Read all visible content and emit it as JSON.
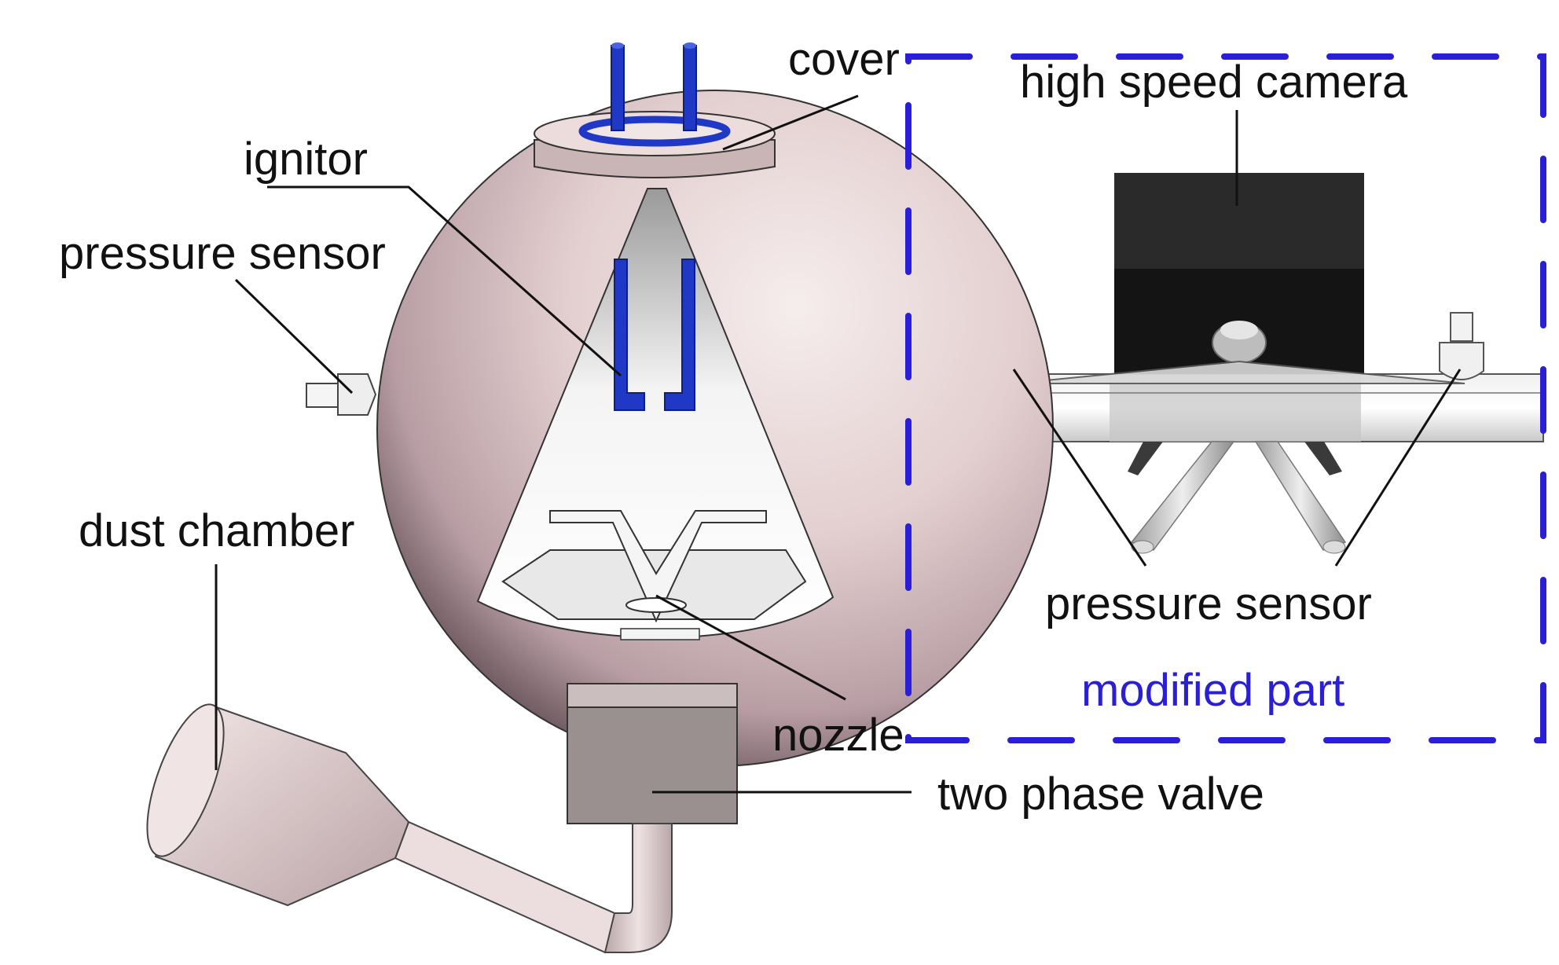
{
  "labels": {
    "cover": "cover",
    "high_speed_camera": "high speed camera",
    "ignitor": "ignitor",
    "pressure_sensor_left": "pressure sensor",
    "dust_chamber": "dust chamber",
    "pressure_sensor_right": "pressure sensor",
    "modified_part": "modified part",
    "nozzle": "nozzle",
    "two_phase_valve": "two phase valve"
  },
  "colors": {
    "accent_blue": "#2a1fd6",
    "electrode_blue": "#1f3fbf",
    "sphere_pink": "#e8d6d6",
    "camera_black": "#1e1e1e",
    "valve_gray": "#9a9090"
  }
}
